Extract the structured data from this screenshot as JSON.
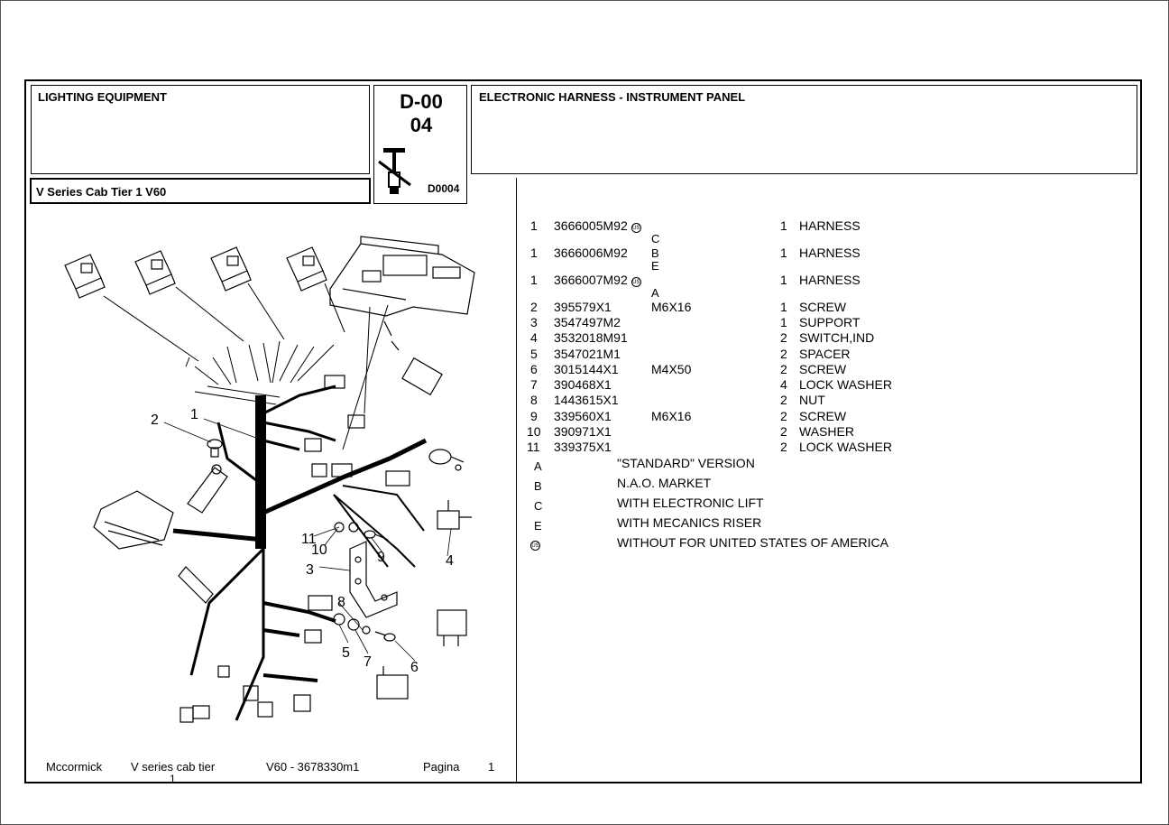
{
  "header": {
    "section_title": "LIGHTING EQUIPMENT",
    "model_line": "V Series Cab Tier 1  V60",
    "code_line1": "D-00",
    "code_line2": "04",
    "illustration_code": "D0004",
    "page_title": "ELECTRONIC HARNESS - INSTRUMENT PANEL"
  },
  "parts": [
    {
      "ref": "1",
      "part_no": "3666005M92",
      "us": true,
      "spec": "",
      "qty": "1",
      "desc": "HARNESS",
      "notes": [
        "C"
      ]
    },
    {
      "ref": "1",
      "part_no": "3666006M92",
      "us": false,
      "spec": "B",
      "qty": "1",
      "desc": "HARNESS",
      "notes": [
        "E"
      ]
    },
    {
      "ref": "1",
      "part_no": "3666007M92",
      "us": true,
      "spec": "",
      "qty": "1",
      "desc": "HARNESS",
      "notes": [
        "A"
      ]
    },
    {
      "ref": "2",
      "part_no": "395579X1",
      "us": false,
      "spec": "M6X16",
      "qty": "1",
      "desc": "SCREW",
      "notes": []
    },
    {
      "ref": "3",
      "part_no": "3547497M2",
      "us": false,
      "spec": "",
      "qty": "1",
      "desc": "SUPPORT",
      "notes": []
    },
    {
      "ref": "4",
      "part_no": "3532018M91",
      "us": false,
      "spec": "",
      "qty": "2",
      "desc": "SWITCH,IND",
      "notes": []
    },
    {
      "ref": "5",
      "part_no": "3547021M1",
      "us": false,
      "spec": "",
      "qty": "2",
      "desc": "SPACER",
      "notes": []
    },
    {
      "ref": "6",
      "part_no": "3015144X1",
      "us": false,
      "spec": "M4X50",
      "qty": "2",
      "desc": "SCREW",
      "notes": []
    },
    {
      "ref": "7",
      "part_no": "390468X1",
      "us": false,
      "spec": "",
      "qty": "4",
      "desc": "LOCK WASHER",
      "notes": []
    },
    {
      "ref": "8",
      "part_no": "1443615X1",
      "us": false,
      "spec": "",
      "qty": "2",
      "desc": "NUT",
      "notes": []
    },
    {
      "ref": "9",
      "part_no": "339560X1",
      "us": false,
      "spec": "M6X16",
      "qty": "2",
      "desc": "SCREW",
      "notes": []
    },
    {
      "ref": "10",
      "part_no": "390971X1",
      "us": false,
      "spec": "",
      "qty": "2",
      "desc": "WASHER",
      "notes": []
    },
    {
      "ref": "11",
      "part_no": "339375X1",
      "us": false,
      "spec": "",
      "qty": "2",
      "desc": "LOCK WASHER",
      "notes": []
    }
  ],
  "legend": [
    {
      "key": "A",
      "text": "\"STANDARD\" VERSION"
    },
    {
      "key": "B",
      "text": "N.A.O. MARKET"
    },
    {
      "key": "C",
      "text": "WITH ELECTRONIC LIFT"
    },
    {
      "key": "E",
      "text": "WITH MECANICS RISER"
    },
    {
      "key": "us-icon",
      "text": "WITHOUT FOR UNITED STATES OF AMERICA"
    }
  ],
  "us_symbol": "US",
  "callouts": [
    "1",
    "2",
    "3",
    "4",
    "5",
    "6",
    "7",
    "8",
    "9",
    "10",
    "11"
  ],
  "footer": {
    "brand": "Mccormick",
    "series_line1": "V series cab tier",
    "series_line2": "1",
    "model_ref": "V60 - 3678330m1",
    "page_label": "Pagina",
    "page_number": "1"
  }
}
